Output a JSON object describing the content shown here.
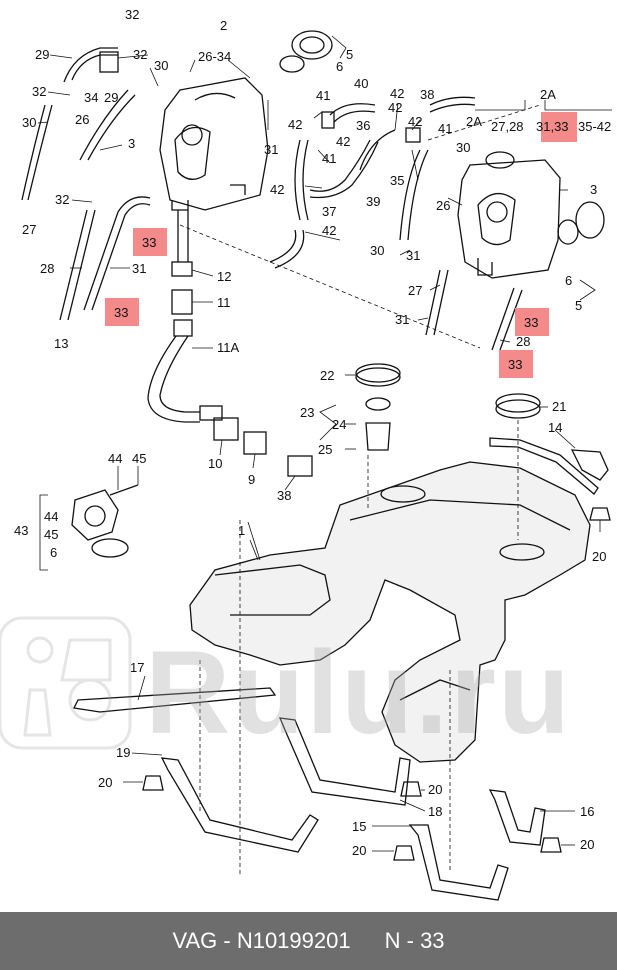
{
  "watermark": {
    "text": "Rulu.ru"
  },
  "footer": {
    "brand": "VAG",
    "separator": " - ",
    "part_number": "N10199201",
    "ref_prefix": "N",
    "ref_value": "33"
  },
  "colors": {
    "highlight": "#f48a8a",
    "footer_bg": "#6d6d6d",
    "footer_text": "#ffffff",
    "line": "#111111"
  },
  "callouts": [
    {
      "id": "c1",
      "text": "29"
    },
    {
      "id": "c2",
      "text": "32"
    },
    {
      "id": "c3",
      "text": "2"
    },
    {
      "id": "c4",
      "text": "26-34"
    },
    {
      "id": "c5",
      "text": "5"
    },
    {
      "id": "c6",
      "text": "6"
    },
    {
      "id": "c7",
      "text": "30"
    },
    {
      "id": "c8",
      "text": "32"
    },
    {
      "id": "c9",
      "text": "32"
    },
    {
      "id": "c10",
      "text": "34"
    },
    {
      "id": "c11",
      "text": "29"
    },
    {
      "id": "c12",
      "text": "30"
    },
    {
      "id": "c13",
      "text": "26"
    },
    {
      "id": "c14",
      "text": "3"
    },
    {
      "id": "c15",
      "text": "31"
    },
    {
      "id": "c16",
      "text": "32"
    },
    {
      "id": "c17",
      "text": "27"
    },
    {
      "id": "c18",
      "text": "28"
    },
    {
      "id": "c19",
      "text": "31"
    },
    {
      "id": "c20",
      "text": "13"
    },
    {
      "id": "c21",
      "text": "12"
    },
    {
      "id": "c22",
      "text": "11"
    },
    {
      "id": "c23",
      "text": "11A"
    },
    {
      "id": "c24",
      "text": "10"
    },
    {
      "id": "c25",
      "text": "9"
    },
    {
      "id": "c26",
      "text": "38"
    },
    {
      "id": "c27",
      "text": "40"
    },
    {
      "id": "c28",
      "text": "41"
    },
    {
      "id": "c29",
      "text": "42"
    },
    {
      "id": "c30",
      "text": "38"
    },
    {
      "id": "c31",
      "text": "42"
    },
    {
      "id": "c32",
      "text": "36"
    },
    {
      "id": "c33",
      "text": "42"
    },
    {
      "id": "c34",
      "text": "41"
    },
    {
      "id": "c35",
      "text": "42"
    },
    {
      "id": "c36",
      "text": "37"
    },
    {
      "id": "c37",
      "text": "39"
    },
    {
      "id": "c38",
      "text": "42"
    },
    {
      "id": "c39",
      "text": "35"
    },
    {
      "id": "c40",
      "text": "41"
    },
    {
      "id": "c41",
      "text": "42"
    },
    {
      "id": "c42",
      "text": "42"
    },
    {
      "id": "c43",
      "text": "2A"
    },
    {
      "id": "c44",
      "text": "27,28"
    },
    {
      "id": "c45",
      "text": "35-42"
    },
    {
      "id": "c46",
      "text": "30"
    },
    {
      "id": "c47",
      "text": "3"
    },
    {
      "id": "c48",
      "text": "26"
    },
    {
      "id": "c49",
      "text": "30"
    },
    {
      "id": "c50",
      "text": "31"
    },
    {
      "id": "c51",
      "text": "27"
    },
    {
      "id": "c52",
      "text": "31"
    },
    {
      "id": "c53",
      "text": "6"
    },
    {
      "id": "c54",
      "text": "5"
    },
    {
      "id": "c55",
      "text": "28"
    },
    {
      "id": "c56",
      "text": "22"
    },
    {
      "id": "c57",
      "text": "23"
    },
    {
      "id": "c58",
      "text": "24"
    },
    {
      "id": "c59",
      "text": "25"
    },
    {
      "id": "c60",
      "text": "21"
    },
    {
      "id": "c61",
      "text": "14"
    },
    {
      "id": "c62",
      "text": "20"
    },
    {
      "id": "c63",
      "text": "44"
    },
    {
      "id": "c64",
      "text": "45"
    },
    {
      "id": "c65",
      "text": "43"
    },
    {
      "id": "c66",
      "text": "44"
    },
    {
      "id": "c67",
      "text": "45"
    },
    {
      "id": "c68",
      "text": "6"
    },
    {
      "id": "c69",
      "text": "1"
    },
    {
      "id": "c70",
      "text": "17"
    },
    {
      "id": "c71",
      "text": "19"
    },
    {
      "id": "c72",
      "text": "20"
    },
    {
      "id": "c73",
      "text": "20"
    },
    {
      "id": "c74",
      "text": "18"
    },
    {
      "id": "c75",
      "text": "16"
    },
    {
      "id": "c76",
      "text": "15"
    },
    {
      "id": "c77",
      "text": "20"
    },
    {
      "id": "c78",
      "text": "20"
    }
  ],
  "highlighted": [
    {
      "id": "h1",
      "text": "33"
    },
    {
      "id": "h2",
      "text": "33"
    },
    {
      "id": "h3",
      "text": "31,33"
    },
    {
      "id": "h4",
      "text": "33"
    },
    {
      "id": "h5",
      "text": "33"
    }
  ]
}
